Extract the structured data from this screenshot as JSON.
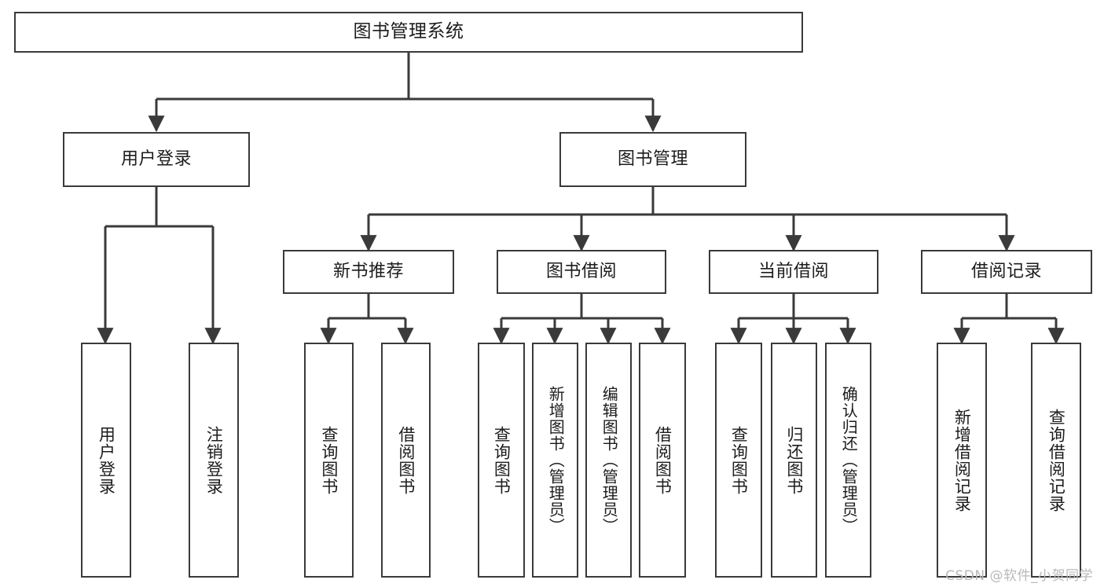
{
  "diagram": {
    "title": "图书管理系统",
    "watermark": "CSDN @软件_小贺同学",
    "line_color": "#3a3a3a",
    "box_fill": "#ffffff",
    "text_color": "#1c1c1c",
    "watermark_color": "#b9b9b9"
  },
  "nodes": {
    "root": {
      "label": "图书管理系统"
    },
    "level2": [
      {
        "label": "用户登录"
      },
      {
        "label": "图书管理"
      }
    ],
    "level3": [
      {
        "label": "新书推荐"
      },
      {
        "label": "图书借阅"
      },
      {
        "label": "当前借阅"
      },
      {
        "label": "借阅记录"
      }
    ],
    "leaves": {
      "user_login": [
        {
          "label": "用户登录"
        },
        {
          "label": "注销登录"
        }
      ],
      "new_book_recommend": [
        {
          "label": "查询图书"
        },
        {
          "label": "借阅图书"
        }
      ],
      "book_borrow": [
        {
          "label": "查询图书"
        },
        {
          "label": "新增图书（管理员）"
        },
        {
          "label": "编辑图书（管理员）"
        },
        {
          "label": "借阅图书"
        }
      ],
      "current_borrow": [
        {
          "label": "查询图书"
        },
        {
          "label": "归还图书"
        },
        {
          "label": "确认归还（管理员）"
        }
      ],
      "borrow_record": [
        {
          "label": "新增借阅记录"
        },
        {
          "label": "查询借阅记录"
        }
      ]
    }
  }
}
